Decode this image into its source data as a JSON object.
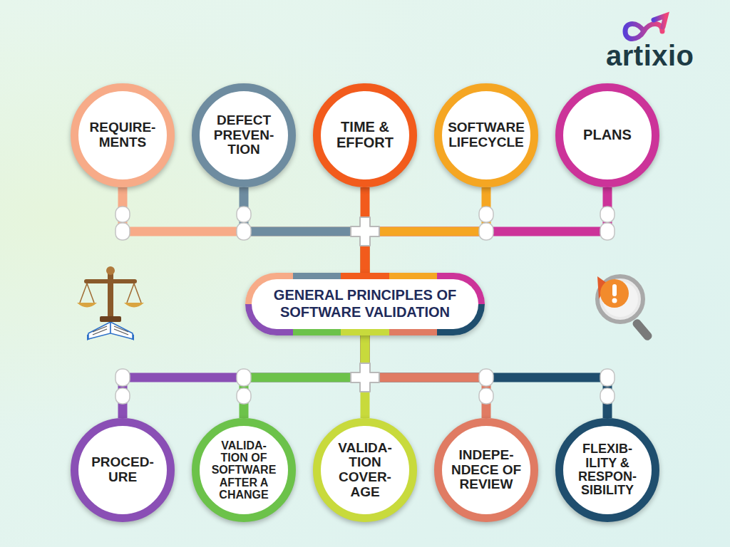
{
  "diagram": {
    "nodes": [
      {
        "text": [
          "REQUIRE- MENTS"
        ]
      },
      {
        "text": [
          "DEFECT PREVEN- TION"
        ]
      },
      {
        "text": [
          "TIME & EFFORT"
        ]
      },
      {
        "text": [
          "SOFTWARE LIFECYCLE"
        ]
      },
      {
        "text": [
          "PLANS"
        ]
      },
      {
        "text": [
          "GENERAL PRINCIPLES OF SOFTWARE VALIDATION"
        ]
      },
      {
        "text": [
          "PROCED- URE"
        ]
      },
      {
        "text": [
          "VALIDA- TION OF SOFTWARE AFTER A CHANGE"
        ]
      },
      {
        "text": [
          "VALIDA- TION COVER- AGE"
        ]
      },
      {
        "text": [
          "INDEPE- NDECE OF REVIEW"
        ]
      },
      {
        "text": [
          "FLEXIB- ILITY & RESPON- SIBILITY"
        ]
      }
    ],
    "edges": [
      {
        "from": 5,
        "to": 0,
        "arrow": "none"
      },
      {
        "from": 5,
        "to": 1,
        "arrow": "none"
      },
      {
        "from": 5,
        "to": 2,
        "arrow": "none"
      },
      {
        "from": 5,
        "to": 3,
        "arrow": "none"
      },
      {
        "from": 5,
        "to": 4,
        "arrow": "none"
      },
      {
        "from": 5,
        "to": 6,
        "arrow": "none"
      },
      {
        "from": 5,
        "to": 7,
        "arrow": "none"
      },
      {
        "from": 5,
        "to": 8,
        "arrow": "none"
      },
      {
        "from": 5,
        "to": 9,
        "arrow": "none"
      },
      {
        "from": 5,
        "to": 10,
        "arrow": "none"
      }
    ],
    "labels": [
      "artixio"
    ]
  }
}
